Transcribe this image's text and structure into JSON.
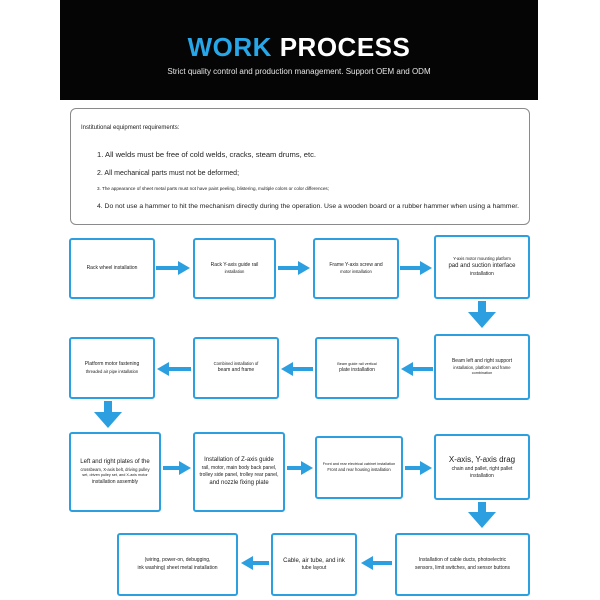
{
  "header": {
    "title_accent": "WORK",
    "title_rest": "PROCESS",
    "subtitle": "Strict quality control and production management. Support OEM and ODM"
  },
  "requirements": {
    "title": "Institutional equipment requirements:",
    "items": [
      "1. All welds must be free of cold welds, cracks, steam drums, etc.",
      "2. All mechanical parts must not be deformed;",
      "3. The appearance of sheet metal parts must not have paint peeling, blistering, multiple colors or color differences;",
      "4. Do not use a hammer to hit the mechanism directly during the operation. Use a wooden board or a rubber hammer when using a hammer."
    ]
  },
  "steps": [
    {
      "lines": [
        "Rack wheel installation"
      ]
    },
    {
      "lines": [
        "Rack Y-axis guide rail",
        "installation"
      ]
    },
    {
      "lines": [
        "Frame Y-axis screw and",
        "motor installation"
      ]
    },
    {
      "lines": [
        "Y-axis motor mounting platform",
        "pad and suction interface",
        "installation"
      ]
    },
    {
      "lines": [
        "Beam left and right support",
        "installation, platform and frame",
        "combination"
      ]
    },
    {
      "lines": [
        "Beam guide rail vertical",
        "plate installation"
      ]
    },
    {
      "lines": [
        "Combined installation of",
        "beam and frame"
      ]
    },
    {
      "lines": [
        "Platform motor fastening",
        "threaded air pipe installation"
      ]
    },
    {
      "lines": [
        "Left and right plates of the",
        "crossbeam, X-axis belt, driving pulley",
        "set, driven pulley set, and X-axis motor",
        "installation assembly"
      ]
    },
    {
      "lines": [
        "Installation of Z-axis guide",
        "rail, motor, main body back panel,",
        "trolley side panel, trolley rear panel,",
        "and nozzle fixing plate"
      ]
    },
    {
      "lines": [
        "Front and rear electrical cabinet installation",
        "Front and rear housing installation"
      ]
    },
    {
      "lines": [
        "X-axis, Y-axis drag",
        "chain and pallet, right pallet",
        "installation"
      ]
    },
    {
      "lines": [
        "Installation of cable ducts, photoelectric",
        "sensors, limit switches, and sensor buttons"
      ]
    },
    {
      "lines": [
        "Cable, air tube, and ink",
        "tube layout"
      ]
    },
    {
      "lines": [
        "(wiring, power-on, debugging,",
        "ink washing) sheet metal installation"
      ]
    }
  ],
  "colors": {
    "accent": "#2b9fe0",
    "banner_bg": "#050505"
  }
}
